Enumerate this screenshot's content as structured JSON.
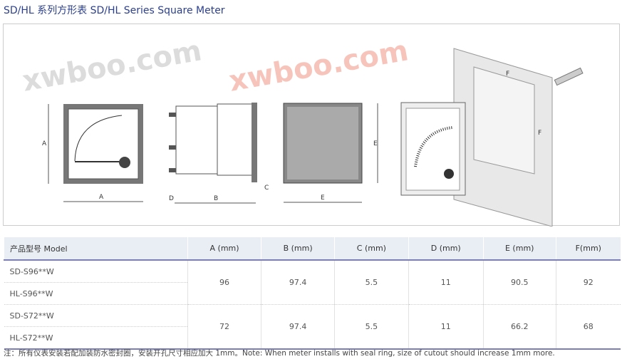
{
  "title": "SD/HL 系列方形表 SD/HL Series Square Meter",
  "diagram": {
    "labels": {
      "A": "A",
      "B": "B",
      "C": "C",
      "D": "D",
      "E": "E",
      "F": "F"
    }
  },
  "table": {
    "headers": [
      "产品型号 Model",
      "A (mm)",
      "B (mm)",
      "C (mm)",
      "D (mm)",
      "E (mm)",
      "F(mm)"
    ],
    "groups": [
      {
        "models": [
          "SD-S96**W",
          "HL-S96**W"
        ],
        "values": [
          "96",
          "97.4",
          "5.5",
          "11",
          "90.5",
          "92"
        ]
      },
      {
        "models": [
          "SD-S72**W",
          "HL-S72**W"
        ],
        "values": [
          "72",
          "97.4",
          "5.5",
          "11",
          "66.2",
          "68"
        ]
      }
    ]
  },
  "note": "注：所有仪表安装若配加装防水密封圈，安装开孔尺寸相应加大 1mm。Note: When meter installs with seal ring, size of cutout should increase 1mm more.",
  "watermark": "xwboo.com"
}
